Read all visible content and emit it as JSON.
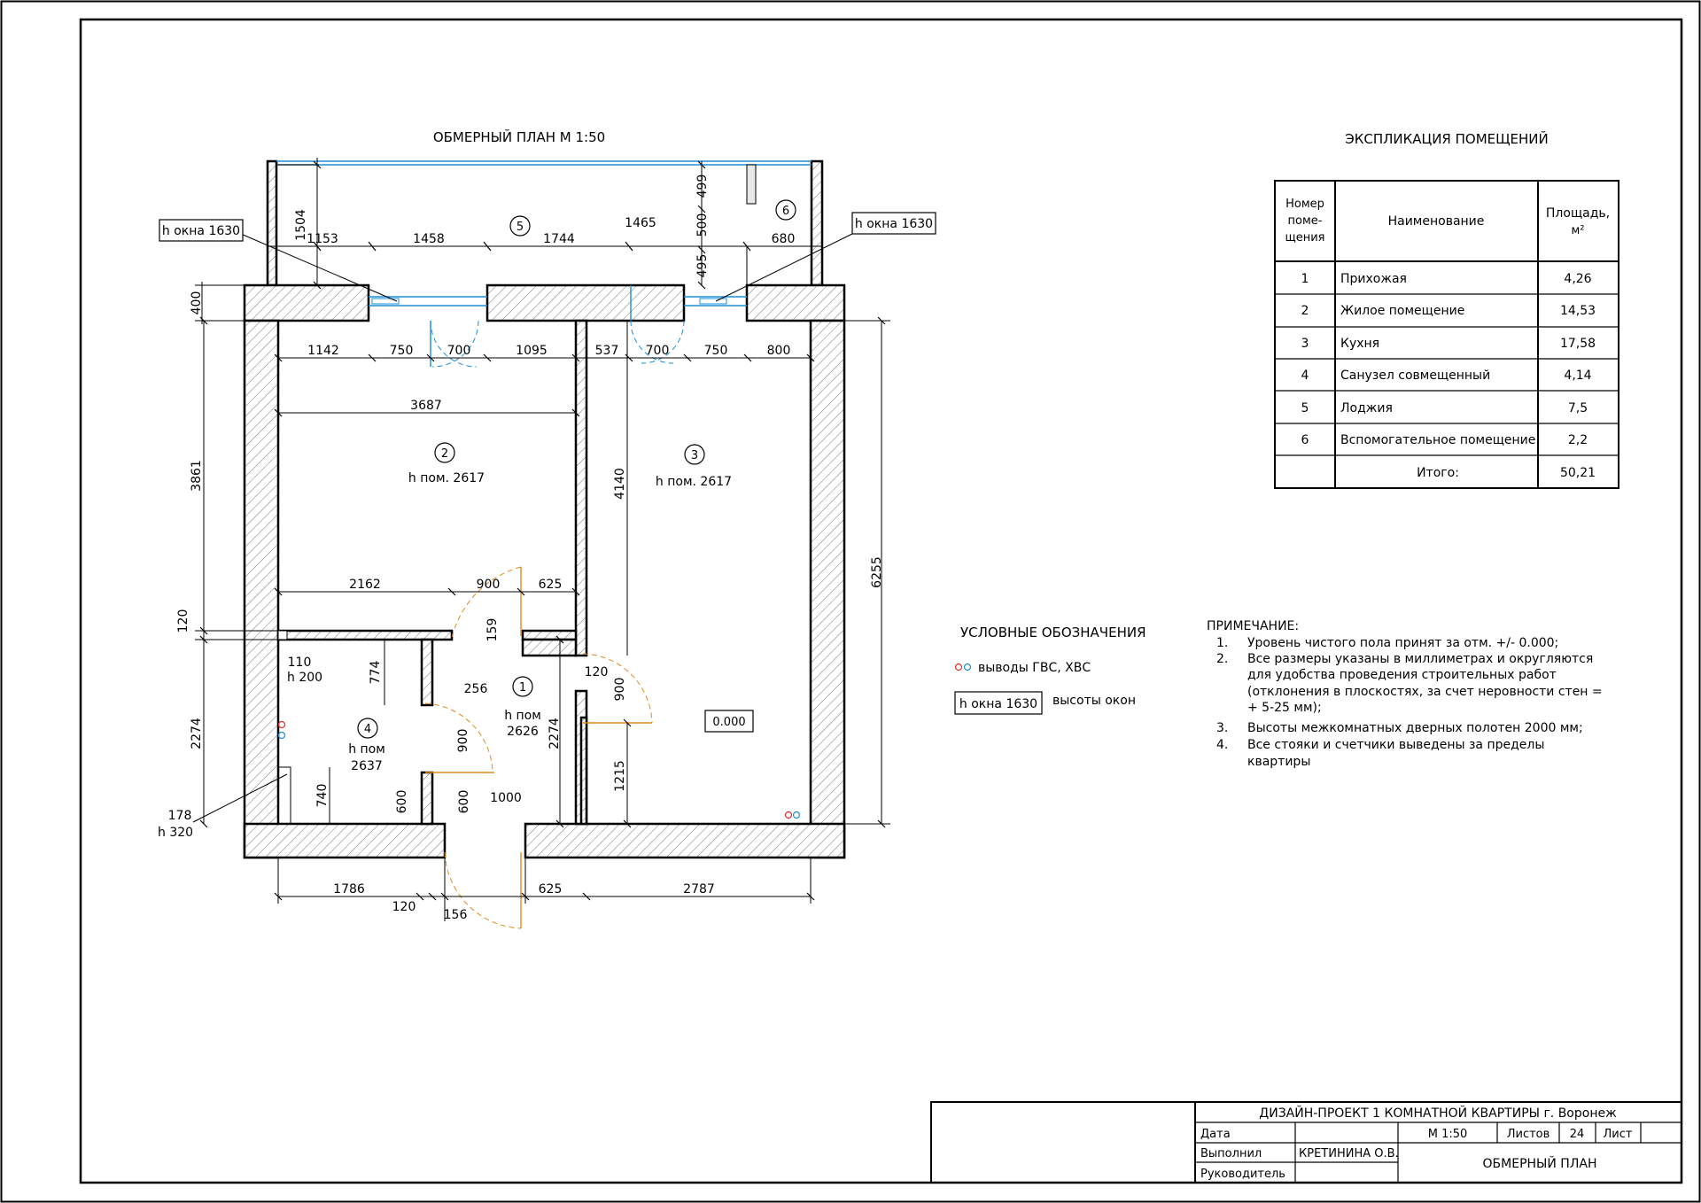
{
  "plan_title": "ОБМЕРНЫЙ ПЛАН М 1:50",
  "window_labels": [
    "h окна 1630",
    "h окна 1630"
  ],
  "room_numbers": [
    "1",
    "2",
    "3",
    "4",
    "5",
    "6"
  ],
  "room_heights": {
    "r2": "h пом. 2617",
    "r3": "h пом. 2617",
    "r1_a": "h пом",
    "r1_b": "2626",
    "r4_a": "h пом",
    "r4_b": "2637",
    "small_a": "h 200",
    "small_b": "h 320"
  },
  "level_mark": "0.000",
  "dimensions": {
    "top": [
      "1153",
      "1458",
      "1744",
      "1465",
      "680",
      "1504",
      "499",
      "500",
      "495",
      "400"
    ],
    "inner_top": [
      "1142",
      "750",
      "700",
      "1095",
      "537",
      "700",
      "750",
      "800"
    ],
    "room2": [
      "3687",
      "3861",
      "2162",
      "900",
      "625",
      "120",
      "159"
    ],
    "mid": [
      "4140",
      "6255",
      "2274",
      "2274",
      "774",
      "256",
      "110",
      "120",
      "900",
      "900",
      "1215",
      "740",
      "600",
      "600",
      "1000",
      "178"
    ],
    "bottom": [
      "1786",
      "120",
      "156",
      "625",
      "2787"
    ]
  },
  "legend": {
    "title": "УСЛОВНЫЕ ОБОЗНАЧЕНИЯ",
    "item1": "выводы ГВС, ХВС",
    "item2_box": "h окна 1630",
    "item2": "высоты окон",
    "colors": {
      "hot": "#e0302a",
      "cold": "#1a8fd8"
    }
  },
  "notes": {
    "title": "ПРИМЕЧАНИЕ:",
    "items": [
      {
        "n": "1.",
        "lines": [
          "Уровень чистого пола принят за отм. +/- 0.000;"
        ]
      },
      {
        "n": "2.",
        "lines": [
          "Все размеры указаны в миллиметрах и округляются",
          "для удобства проведения строительных работ",
          "(отклонения в плоскостях, за счет неровности стен =",
          "+ 5-25 мм);"
        ]
      },
      {
        "n": "3.",
        "lines": [
          "Высоты межкомнатных дверных полотен 2000 мм;"
        ]
      },
      {
        "n": "4.",
        "lines": [
          "Все стояки и счетчики выведены за пределы",
          "квартиры"
        ]
      }
    ]
  },
  "explication": {
    "title": "ЭКСПЛИКАЦИЯ ПОМЕЩЕНИЙ",
    "headers": {
      "num": [
        "Номер",
        "поме-",
        "щения"
      ],
      "name": "Наименование",
      "area": "Площадь,",
      "area_unit": "м²"
    },
    "rows": [
      {
        "num": "1",
        "name": "Прихожая",
        "area": "4,26"
      },
      {
        "num": "2",
        "name": "Жилое помещение",
        "area": "14,53"
      },
      {
        "num": "3",
        "name": "Кухня",
        "area": "17,58"
      },
      {
        "num": "4",
        "name": "Санузел совмещенный",
        "area": "4,14"
      },
      {
        "num": "5",
        "name": "Лоджия",
        "area": "7,5"
      },
      {
        "num": "6",
        "name": "Вспомогательное помещение",
        "area": "2,2"
      }
    ],
    "total_label": "Итого:",
    "total_area": "50,21"
  },
  "title_block": {
    "project": "ДИЗАЙН-ПРОЕКТ 1 КОМНАТНОЙ КВАРТИРЫ г. Воронеж",
    "date_label": "Дата",
    "done_label": "Выполнил",
    "done_name": "КРЕТИНИНА О.В.",
    "head_label": "Руководитель",
    "scale": "М 1:50",
    "sheets_label": "Листов",
    "sheets_count": "24",
    "sheet_label": "Лист",
    "sheet_name": "ОБМЕРНЫЙ ПЛАН"
  }
}
